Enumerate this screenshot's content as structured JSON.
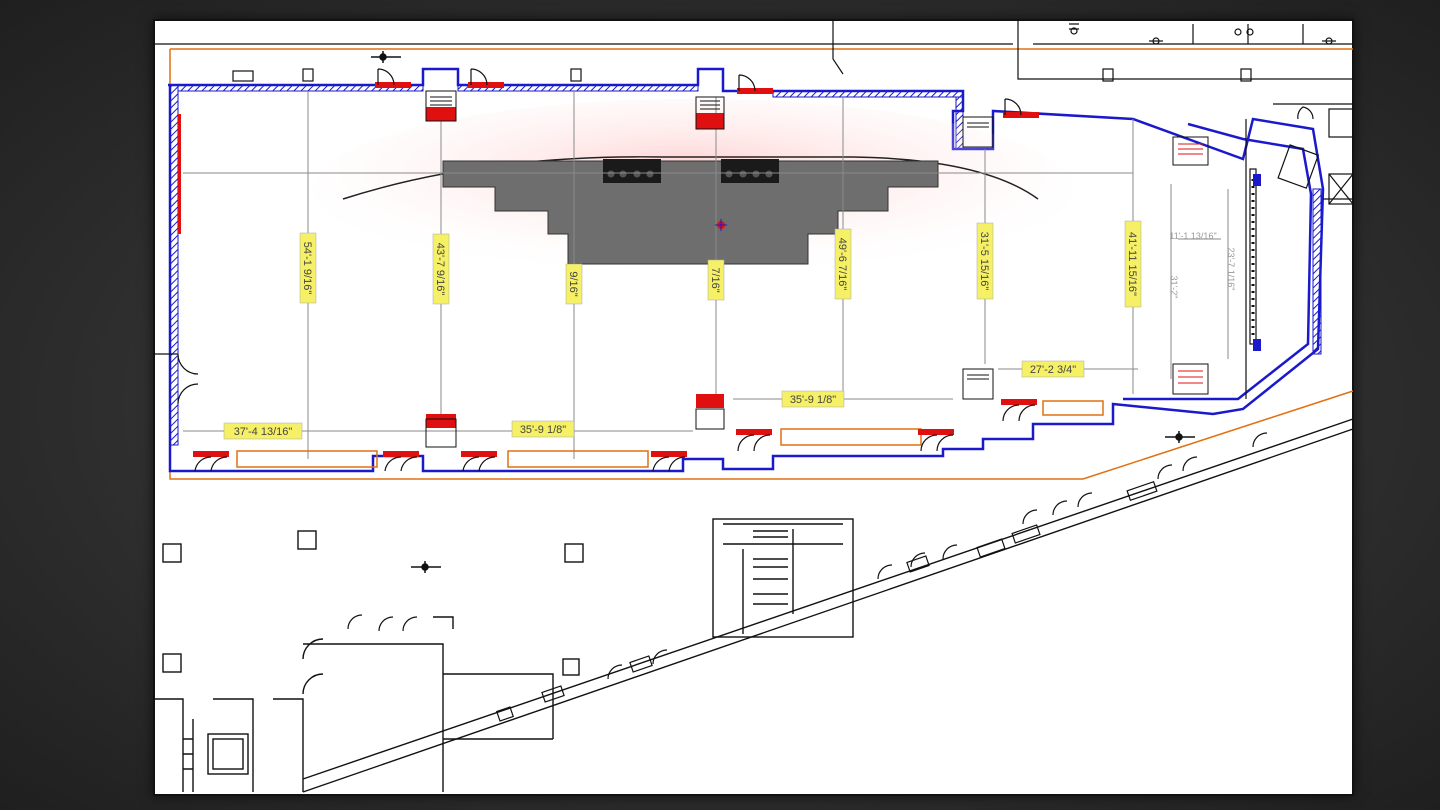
{
  "colors": {
    "wall_blue": "#1a1acc",
    "door_red": "#e01010",
    "perimeter_orange": "#e07010",
    "label_yellow": "#f5f065",
    "stage_gray": "#6e6e6e",
    "line_black": "#111111",
    "dim_gray": "#8a8a8a"
  },
  "dimensions": {
    "horizontal": [
      {
        "id": "h1",
        "text": "37'-4 13/16\""
      },
      {
        "id": "h2",
        "text": "35'-9 1/8\""
      },
      {
        "id": "h3",
        "text": "35'-9 1/8\""
      },
      {
        "id": "h4",
        "text": "27'-2 3/4\""
      }
    ],
    "vertical": [
      {
        "id": "v1",
        "text": "54'-1 9/16\""
      },
      {
        "id": "v2",
        "text": "43'-7 9/16\""
      },
      {
        "id": "v3",
        "text": "9/16\""
      },
      {
        "id": "v4",
        "text": "7/16\""
      },
      {
        "id": "v5",
        "text": "49'-6 7/16\""
      },
      {
        "id": "v6",
        "text": "31'-5 15/16\""
      },
      {
        "id": "v7",
        "text": "41'-11 15/16\""
      }
    ],
    "small": [
      {
        "id": "s1",
        "text": "11'-1 13/16\""
      },
      {
        "id": "s2",
        "text": "31'-2\""
      },
      {
        "id": "s3",
        "text": "23'-7 1/16\""
      }
    ]
  },
  "icons": {
    "north_arrow": "compass-cross-icon",
    "center_mark": "center-point-icon"
  }
}
